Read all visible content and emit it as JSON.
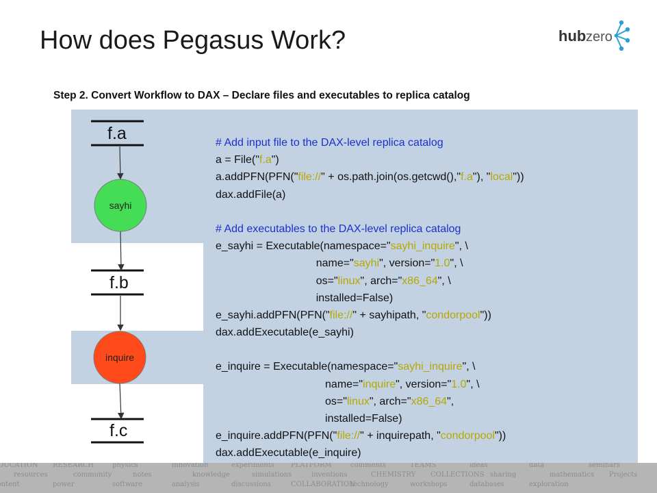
{
  "slide": {
    "title": "How does Pegasus Work?",
    "subtitle": "Step 2. Convert Workflow to DAX – Declare files and executables to replica catalog",
    "logo_text": {
      "hub": "hub",
      "zero": "zero"
    }
  },
  "diagram": {
    "files": {
      "a": "f.a",
      "b": "f.b",
      "c": "f.c"
    },
    "jobs": {
      "sayhi": "sayhi",
      "inquire": "inquire"
    }
  },
  "code": {
    "lines": [
      [
        {
          "t": "# Add input file to the DAX-level replica catalog",
          "c": "cm"
        }
      ],
      [
        {
          "t": "a = File(\""
        },
        {
          "t": "f.a",
          "c": "st"
        },
        {
          "t": "\")"
        }
      ],
      [
        {
          "t": "a.addPFN(PFN(\""
        },
        {
          "t": "file://",
          "c": "st"
        },
        {
          "t": "\" + os.path.join(os.getcwd(),\""
        },
        {
          "t": "f.a",
          "c": "st"
        },
        {
          "t": "\"), \""
        },
        {
          "t": "local",
          "c": "st"
        },
        {
          "t": "\"))"
        }
      ],
      [
        {
          "t": "dax.addFile(a)"
        }
      ],
      [
        {
          "t": ""
        }
      ],
      [
        {
          "t": "# Add executables to the DAX-level replica catalog",
          "c": "cm"
        }
      ],
      [
        {
          "t": "e_sayhi = Executable(namespace=\""
        },
        {
          "t": "sayhi_inquire",
          "c": "st"
        },
        {
          "t": "\", \\"
        }
      ],
      [
        {
          "t": "                                 name=\""
        },
        {
          "t": "sayhi",
          "c": "st"
        },
        {
          "t": "\", version=\""
        },
        {
          "t": "1.0",
          "c": "st"
        },
        {
          "t": "\", \\"
        }
      ],
      [
        {
          "t": "                                 os=\""
        },
        {
          "t": "linux",
          "c": "st"
        },
        {
          "t": "\", arch=\""
        },
        {
          "t": "x86_64",
          "c": "st"
        },
        {
          "t": "\", \\"
        }
      ],
      [
        {
          "t": "                                 installed=False)"
        }
      ],
      [
        {
          "t": "e_sayhi.addPFN(PFN(\""
        },
        {
          "t": "file://",
          "c": "st"
        },
        {
          "t": "\" + sayhipath, \""
        },
        {
          "t": "condorpool",
          "c": "st"
        },
        {
          "t": "\"))"
        }
      ],
      [
        {
          "t": "dax.addExecutable(e_sayhi)"
        }
      ],
      [
        {
          "t": ""
        }
      ],
      [
        {
          "t": "e_inquire = Executable(namespace=\""
        },
        {
          "t": "sayhi_inquire",
          "c": "st"
        },
        {
          "t": "\", \\"
        }
      ],
      [
        {
          "t": "                                    name=\""
        },
        {
          "t": "inquire",
          "c": "st"
        },
        {
          "t": "\", version=\""
        },
        {
          "t": "1.0",
          "c": "st"
        },
        {
          "t": "\", \\"
        }
      ],
      [
        {
          "t": "                                    os=\""
        },
        {
          "t": "linux",
          "c": "st"
        },
        {
          "t": "\", arch=\""
        },
        {
          "t": "x86_64",
          "c": "st"
        },
        {
          "t": "\","
        }
      ],
      [
        {
          "t": "                                    installed=False)"
        }
      ],
      [
        {
          "t": "e_inquire.addPFN(PFN(\""
        },
        {
          "t": "file://",
          "c": "st"
        },
        {
          "t": "\" + inquirepath, \""
        },
        {
          "t": "condorpool",
          "c": "st"
        },
        {
          "t": "\"))"
        }
      ],
      [
        {
          "t": "dax.addExecutable(e_inquire)"
        }
      ]
    ]
  },
  "banner_words": [
    "EDUCATION",
    "RESEARCH",
    "physics",
    "innovation",
    "experiments",
    "PLATFORM",
    "comments",
    "TEAMS",
    "ideas",
    "data",
    "seminars",
    "resources",
    "community",
    "notes",
    "knowledge",
    "simulations",
    "inventions",
    "CHEMISTRY",
    "COLLECTIONS",
    "sharing",
    "mathematics",
    "Projects",
    "content",
    "power",
    "software",
    "analysis",
    "discussions",
    "COLLABORATION",
    "technology",
    "workshops",
    "databases",
    "exploration"
  ],
  "colors": {
    "panel": "#c3d2e3",
    "comment": "#1c2fcf",
    "string": "#b6a800",
    "sayhi_node": "#44dd55",
    "inquire_node": "#ff4a1c",
    "logo_accent": "#2a9fd6"
  }
}
